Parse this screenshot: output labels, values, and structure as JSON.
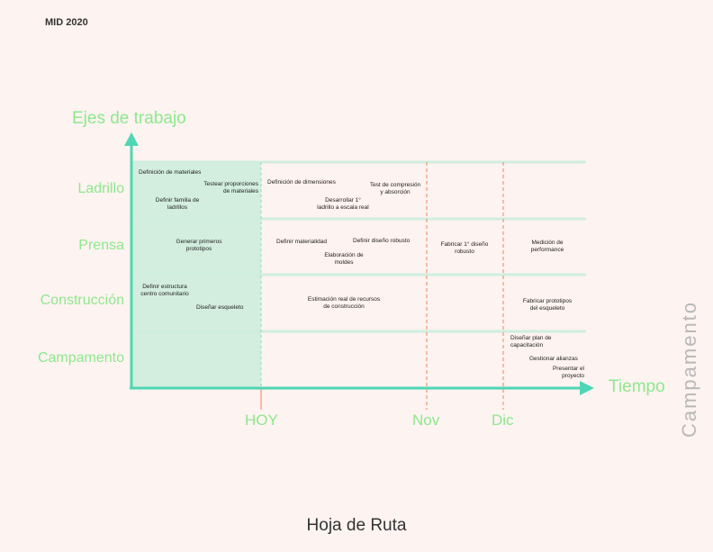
{
  "corner_label": "MID 2020",
  "y_axis_title": "Ejes de trabajo",
  "x_axis_title": "Tiempo",
  "side_label": "Campamento",
  "footer_title": "Hoja de Ruta",
  "rows": [
    "Ladrillo",
    "Prensa",
    "Construcción",
    "Campamento"
  ],
  "time_markers": [
    "HOY",
    "Nov",
    "Dic"
  ],
  "colors": {
    "accent": "#8de88d",
    "axis": "#4fd6b4",
    "highlight": "#d3eedf",
    "marker": "#f08060",
    "background": "#fdf3f0"
  },
  "tasks": {
    "t1": "Definición de materiales",
    "t2": "Testear proporciones\nde materiales",
    "t3": "Definir familia de\nladrillos",
    "t4": "Definición de dimensiones",
    "t5": "Test de compresión\ny absorción",
    "t6": "Desarrollar 1°\nladrillo a escala real",
    "t7": "Generar primeros\nprototipos",
    "t8": "Definir materialidad",
    "t9": "Definir diseño robusto",
    "t10": "Elaboración de\nmoldes",
    "t11": "Fabricar 1° diseño\nrobusto",
    "t12": "Medición de\nperformance",
    "t13": "Definir estructura\ncentro comunitario",
    "t14": "Diseñar esqueleto",
    "t15": "Estimación real de recursos\nde construcción",
    "t16": "Fabricar prototipos\ndel esqueleto",
    "t17": "Diseñar plan de\ncapacitación",
    "t18": "Gestionar alianzas",
    "t19": "Presentar el\nproyecto"
  }
}
